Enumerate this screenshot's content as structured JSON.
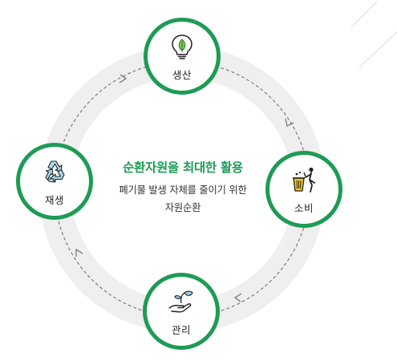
{
  "diagram": {
    "center_title": "순환자원을 최대한 활용",
    "center_desc_line1": "폐기물 발생 자체를 줄이기 위한",
    "center_desc_line2": "자원순환",
    "nodes": [
      {
        "label": "생산",
        "icon": "lightbulb-leaf-icon"
      },
      {
        "label": "소비",
        "icon": "recycle-bin-person-icon"
      },
      {
        "label": "관리",
        "icon": "hand-sprout-icon"
      },
      {
        "label": "재생",
        "icon": "recycle-arrows-icon"
      }
    ],
    "colors": {
      "accent": "#1e9b55",
      "ring": "#f0f0f0",
      "dashed": "#666666"
    }
  }
}
